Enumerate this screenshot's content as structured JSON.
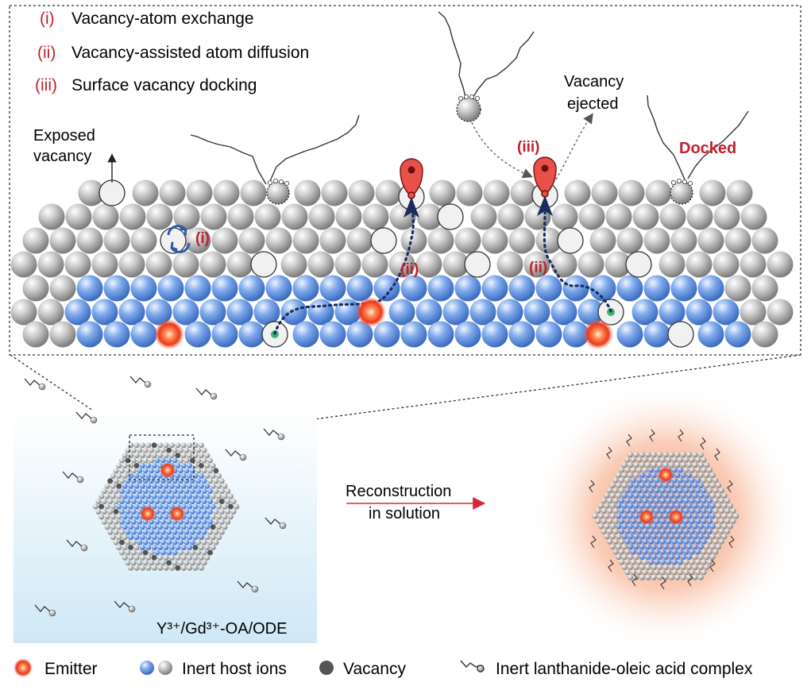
{
  "mechanisms": [
    {
      "num": "(i)",
      "text": "Vacancy-atom exchange"
    },
    {
      "num": "(ii)",
      "text": "Vacancy-assisted atom diffusion"
    },
    {
      "num": "(iii)",
      "text": "Surface vacancy docking"
    }
  ],
  "labels": {
    "exposed_vacancy_line1": "Exposed",
    "exposed_vacancy_line2": "vacancy",
    "vacancy_ejected_line1": "Vacancy",
    "vacancy_ejected_line2": "ejected",
    "docked": "Docked",
    "marker_i": "(i)",
    "marker_ii": "(ii)",
    "marker_iii": "(iii)",
    "solution": "Y³⁺/Gd³⁺-OA/ODE",
    "reconstruction_line1": "Reconstruction",
    "reconstruction_line2": "in solution"
  },
  "legend": [
    {
      "label": "Emitter",
      "icon": "emitter-icon"
    },
    {
      "label": "Inert host ions",
      "icon": "host-ions-icon"
    },
    {
      "label": "Vacancy",
      "icon": "vacancy-icon"
    },
    {
      "label": "Inert lanthanide-oleic acid complex",
      "icon": "complex-icon"
    }
  ],
  "colors": {
    "accent_red": "#c0202c",
    "host_blue": "#5b8fd9",
    "host_gray": "#b5b5b5",
    "vacancy_dark": "#555555",
    "emitter_orange": "#ff6a3a",
    "arrow_navy": "#1b2c5c",
    "solution_blue": "#d8ecf7"
  }
}
